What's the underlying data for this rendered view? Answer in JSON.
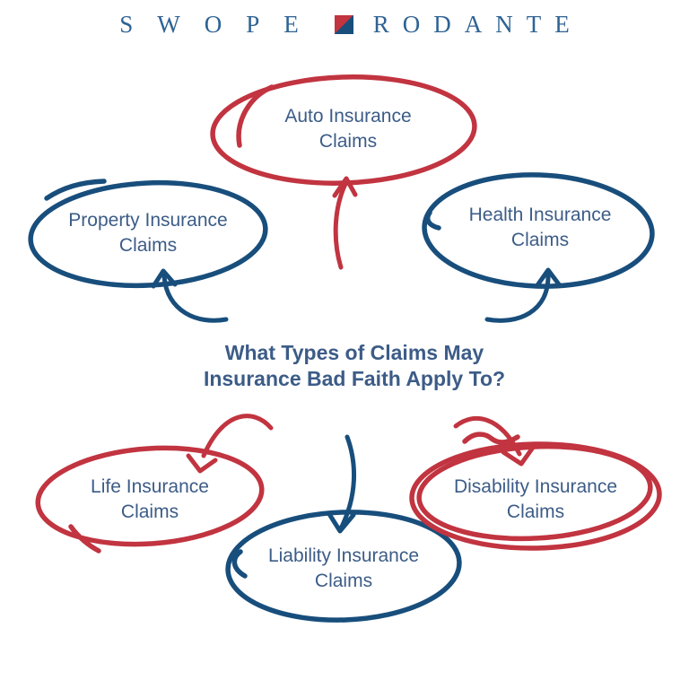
{
  "colors": {
    "c-red": "#c13440",
    "c-navy": "#184e7c",
    "c-text": "#3c5c87",
    "c-logo": "#2f6394"
  },
  "logo": {
    "word_left": "SWOPE",
    "word_right": "RODANTE",
    "mark": "diagonal-split-square"
  },
  "title": {
    "line1": "What Types of Claims May",
    "line2": "Insurance Bad Faith Apply To?"
  },
  "nodes": {
    "auto": {
      "line1": "Auto Insurance",
      "line2": "Claims",
      "color": "red"
    },
    "property": {
      "line1": "Property Insurance",
      "line2": "Claims",
      "color": "navy"
    },
    "health": {
      "line1": "Health Insurance",
      "line2": "Claims",
      "color": "navy"
    },
    "life": {
      "line1": "Life Insurance",
      "line2": "Claims",
      "color": "red"
    },
    "liability": {
      "line1": "Liability Insurance",
      "line2": "Claims",
      "color": "navy"
    },
    "disability": {
      "line1": "Disability Insurance",
      "line2": "Claims",
      "color": "red"
    }
  }
}
